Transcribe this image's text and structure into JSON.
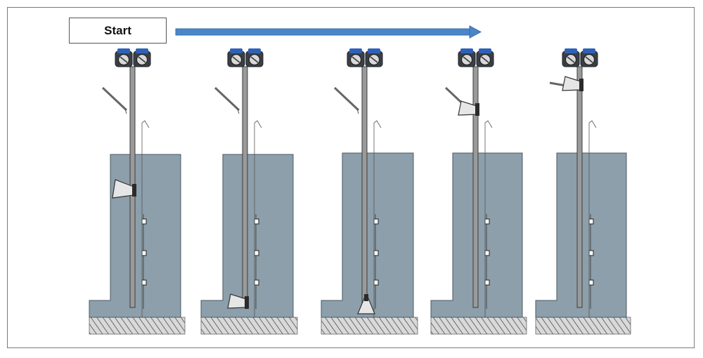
{
  "labels": {
    "start": "Start"
  },
  "stages": [
    {
      "name": "stage-1",
      "pulley": "top",
      "tool_position": "mid-left"
    },
    {
      "name": "stage-2",
      "pulley": "top",
      "tool_position": "bottom-left"
    },
    {
      "name": "stage-3",
      "pulley": "top",
      "tool_position": "bottom-center"
    },
    {
      "name": "stage-4",
      "pulley": "top",
      "tool_position": "upper-left"
    },
    {
      "name": "stage-5",
      "pulley": "top",
      "tool_position": "top"
    }
  ],
  "colors": {
    "wall": "#8c9fab",
    "wall_edge": "#4a5a64",
    "pipe": "#9a9a9a",
    "pipe_edge": "#3c3c3c",
    "pulley_body": "#3a3f46",
    "pulley_accent": "#2e62b8",
    "arrow": "#4a86c8",
    "hatch": "#707070"
  }
}
